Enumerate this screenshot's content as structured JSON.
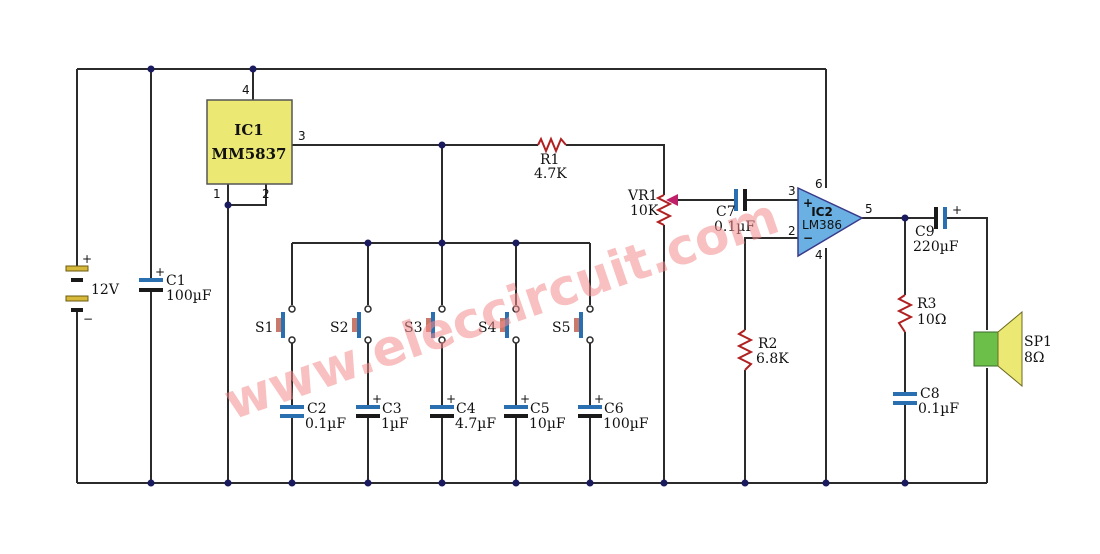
{
  "diagram": {
    "watermark": "www.eleccircuit.com",
    "ic1": {
      "ref": "IC1",
      "part": "MM5837",
      "pins": {
        "p4": "4",
        "p3": "3",
        "p1": "1",
        "p2": "2"
      }
    },
    "ic2": {
      "ref": "IC2",
      "part": "LM386",
      "pins": {
        "p3": "3",
        "p6": "6",
        "p2": "2",
        "p4": "4",
        "p5": "5"
      },
      "plus": "+",
      "minus": "−"
    },
    "battery": {
      "voltage": "12V",
      "plus": "+",
      "minus": "−"
    },
    "c1": {
      "ref": "C1",
      "value": "100µF",
      "plus": "+"
    },
    "r1": {
      "ref": "R1",
      "value": "4.7K"
    },
    "vr1": {
      "ref": "VR1",
      "value": "10K"
    },
    "c7": {
      "ref": "C7",
      "value": "0.1µF"
    },
    "r2": {
      "ref": "R2",
      "value": "6.8K"
    },
    "c9": {
      "ref": "C9",
      "value": "220µF",
      "plus": "+"
    },
    "r3": {
      "ref": "R3",
      "value": "10Ω"
    },
    "c8": {
      "ref": "C8",
      "value": "0.1µF"
    },
    "sp1": {
      "ref": "SP1",
      "value": "8Ω"
    },
    "switches": [
      "S1",
      "S2",
      "S3",
      "S4",
      "S5"
    ],
    "bank_caps": [
      {
        "ref": "C2",
        "value": "0.1µF",
        "plus": ""
      },
      {
        "ref": "C3",
        "value": "1µF",
        "plus": "+"
      },
      {
        "ref": "C4",
        "value": "4.7µF",
        "plus": "+"
      },
      {
        "ref": "C5",
        "value": "10µF",
        "plus": "+"
      },
      {
        "ref": "C6",
        "value": "100µF",
        "plus": "+"
      }
    ]
  }
}
